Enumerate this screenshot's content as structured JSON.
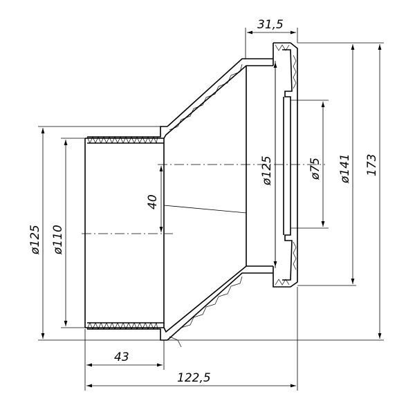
{
  "drawing": {
    "dimensions": {
      "top_width": "31,5",
      "left_spigot_length": "43",
      "overall_length": "122,5",
      "left_outer_diameter": "ø125",
      "left_inner_diameter": "ø110",
      "eccentric_offset": "40",
      "right_socket_diameter": "ø125",
      "right_inner_diameter": "ø75",
      "right_outer_diameter": "ø141",
      "overall_height": "173"
    },
    "colors": {
      "line": "#000000",
      "background": "#ffffff"
    }
  }
}
